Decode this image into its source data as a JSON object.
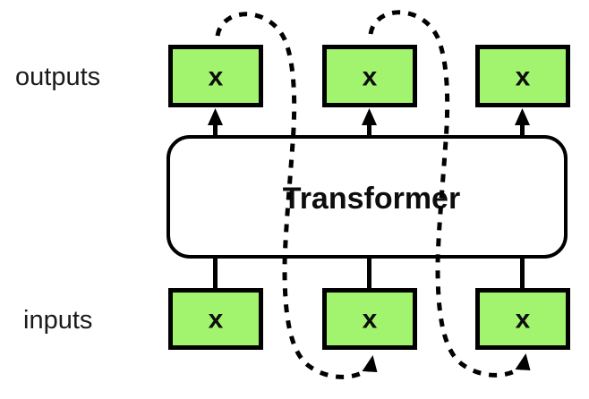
{
  "diagram": {
    "title": "Transformer autoregressive sequence diagram",
    "colors": {
      "token_fill": "#a2f46e",
      "stroke": "#000000",
      "module_fill": "#ffffff",
      "background": "#ffffff"
    },
    "row_labels": {
      "outputs": "outputs",
      "inputs": "inputs"
    },
    "module": {
      "label": "Transformer"
    },
    "output_tokens": [
      {
        "label": "x"
      },
      {
        "label": "x"
      },
      {
        "label": "x"
      }
    ],
    "input_tokens": [
      {
        "label": "x"
      },
      {
        "label": "x"
      },
      {
        "label": "x"
      }
    ],
    "icons": {
      "up_arrow": "arrow-up-icon",
      "dashed_feedback": "dashed-feedback-arrow-icon"
    }
  }
}
